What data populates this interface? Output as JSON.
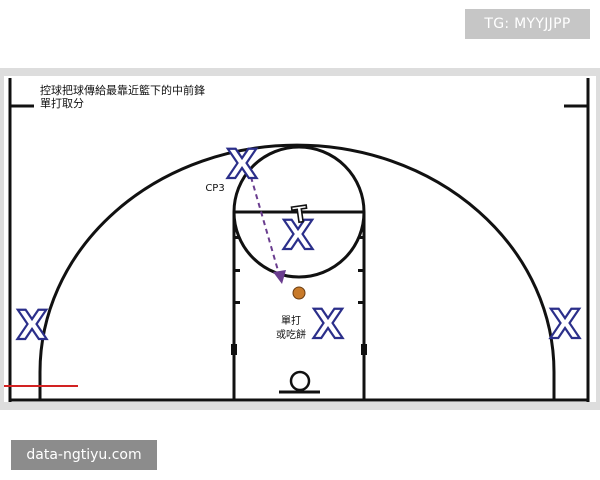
{
  "watermark": {
    "tg_text": "TG: MYYJJPP",
    "site_text": "data-ngtiyu.com"
  },
  "caption": {
    "line1": "控球把球傳給最靠近籃下的中前鋒",
    "line2": "單打取分"
  },
  "players": {
    "cp3_mark": "X",
    "cp3_label": "CP3",
    "center_mark": "X",
    "left_corner_mark": "X",
    "right_corner_mark": "X",
    "right_block_mark": "X",
    "screen_mark": "T"
  },
  "annotation": {
    "line1": "單打",
    "line2": "或吃餅"
  },
  "colors": {
    "court_line": "#111111",
    "player_x": "#2b2f8a",
    "pass_arrow": "#6a3d8f",
    "ball": "#c87a2a",
    "red_marker": "#d22222"
  }
}
